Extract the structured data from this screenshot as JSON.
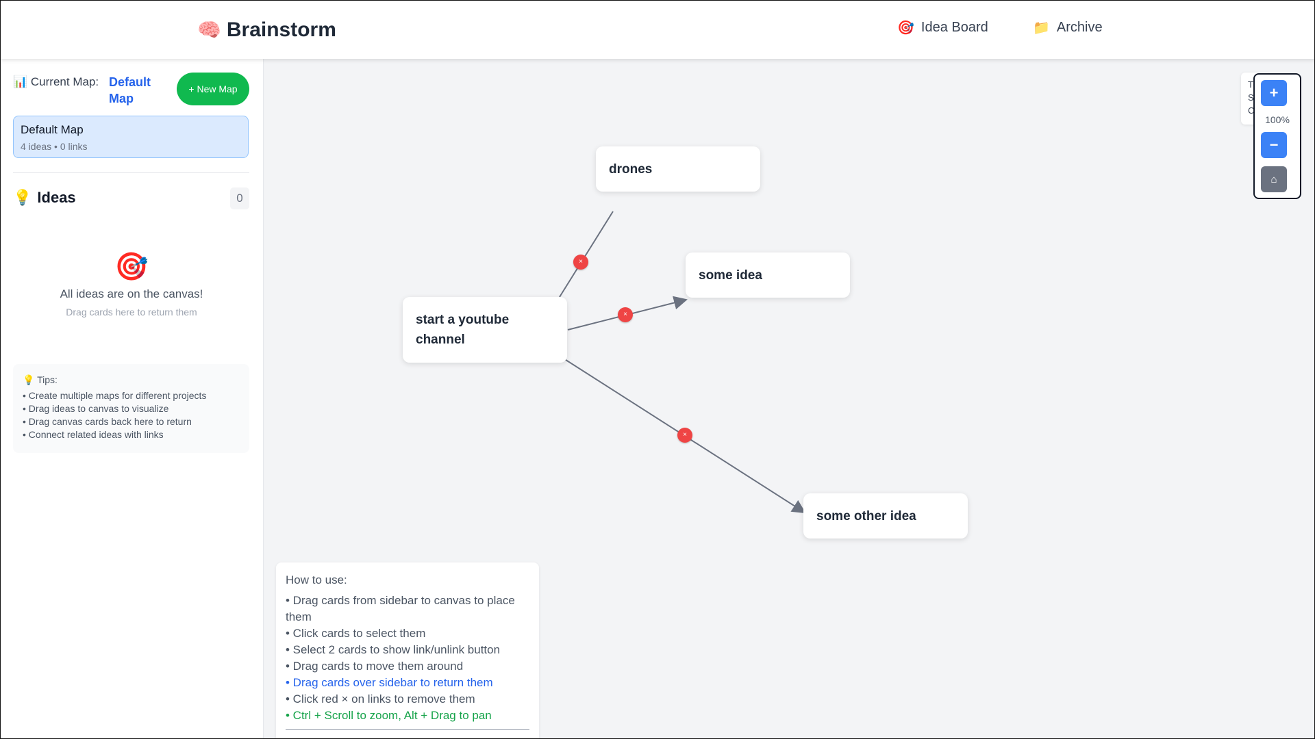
{
  "header": {
    "brand_emoji": "🧠",
    "brand_title": "Brainstorm",
    "nav": [
      {
        "icon": "🎯",
        "icon_name": "target-icon",
        "label": "Idea Board"
      },
      {
        "icon": "📁",
        "icon_name": "folder-icon",
        "label": "Archive"
      }
    ]
  },
  "sidebar": {
    "current_map_icon": "📊",
    "current_map_label": "Current Map:",
    "current_map_name": "Default Map",
    "new_map_button": "+ New Map",
    "map_card": {
      "name": "Default Map",
      "meta": "4 ideas • 0 links"
    },
    "ideas_icon": "💡",
    "ideas_title": "Ideas",
    "ideas_count": "0",
    "empty_icon": "🎯",
    "empty_title": "All ideas are on the canvas!",
    "empty_subtitle": "Drag cards here to return them",
    "tips": {
      "heading": "💡 Tips:",
      "items": [
        "• Create multiple maps for different projects",
        "• Drag ideas to canvas to visualize",
        "• Drag canvas cards back here to return",
        "• Connect related ideas with links"
      ]
    }
  },
  "canvas": {
    "cards": [
      {
        "id": "center",
        "label": "start a youtube channel"
      },
      {
        "id": "drones",
        "label": "drones"
      },
      {
        "id": "some-idea",
        "label": "some idea"
      },
      {
        "id": "other-idea",
        "label": "some other idea"
      }
    ],
    "unlink_symbol": "×",
    "colors": {
      "link": "#6b7280",
      "unlink": "#ef4444",
      "accent": "#3b82f6",
      "new_map": "#10b94f"
    },
    "help": {
      "heading": "How to use:",
      "items": [
        "• Drag cards from sidebar to canvas to place them",
        "• Click cards to select them",
        "• Select 2 cards to show link/unlink button",
        "• Drag cards to move them around",
        "• Drag cards over sidebar to return them",
        "• Click red × on links to remove them",
        "• Ctrl + Scroll to zoom, Alt + Drag to pan"
      ]
    },
    "side_peek_letters": [
      "T",
      "S",
      "C"
    ],
    "zoom": {
      "in_label": "+",
      "level": "100%",
      "out_label": "−",
      "home_label": "⌂"
    }
  }
}
